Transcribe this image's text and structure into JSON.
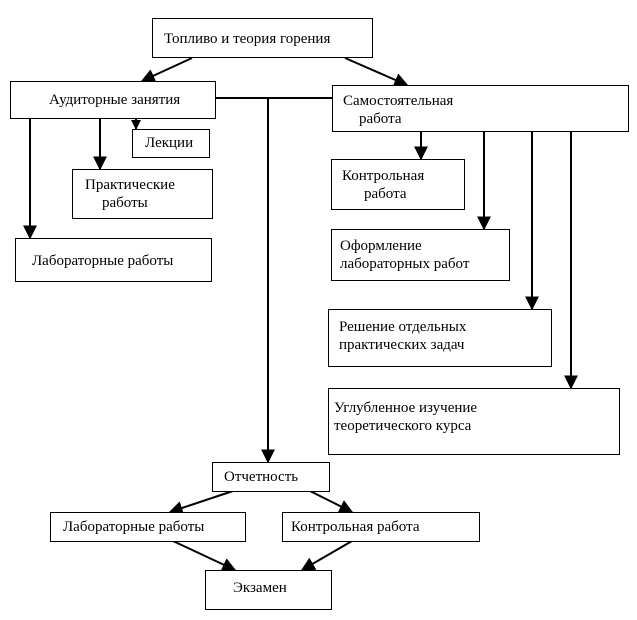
{
  "nodes": {
    "fuel": "Топливо и теория горения",
    "auditory": "Аудиторные занятия",
    "self_study_line1": "Самостоятельная",
    "self_study_line2": "работа",
    "lectures": "Лекции",
    "practical_line1": "Практические",
    "practical_line2": "работы",
    "labs": "Лабораторные работы",
    "control_line1": "Контрольная",
    "control_line2": "работа",
    "lab_report_line1": "Оформление",
    "lab_report_line2": "лабораторных работ",
    "tasks_line1": "Решение отдельных",
    "tasks_line2": "практических задач",
    "theory_line1": "Углубленное изучение",
    "theory_line2": "теоретического курса",
    "reporting": "Отчетность",
    "report_labs": "Лабораторные работы",
    "report_control": "Контрольная работа",
    "exam": "Экзамен"
  }
}
